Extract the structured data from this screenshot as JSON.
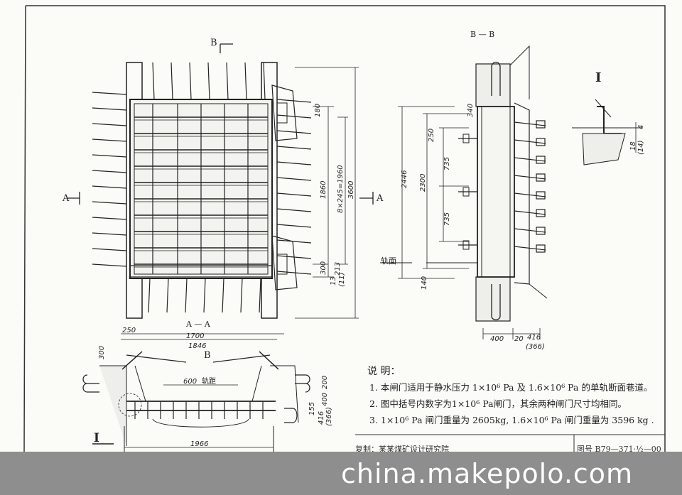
{
  "sections": {
    "b_marker": "B",
    "a_marker": "A",
    "bb_title": "B — B",
    "aa_title": "A — A",
    "detail_i": "I"
  },
  "dims": {
    "front_180": "180",
    "front_1860": "1860",
    "front_8x245": "8×245=1960",
    "front_3600": "3600",
    "front_300": "300",
    "front_213": "213",
    "front_13": "13",
    "front_11": "(11)",
    "bb_340": "340",
    "bb_250": "250",
    "bb_735a": "735",
    "bb_2446": "2446",
    "bb_2300": "2300",
    "bb_735b": "735",
    "bb_rail": "轨面",
    "bb_140": "140",
    "bb_400": "400",
    "bb_20": "20",
    "bb_416": "416",
    "bb_366": "(366)",
    "det_4": "4",
    "det_18": "18",
    "det_14": "(14)",
    "aa_250": "250",
    "aa_1700": "1700",
    "aa_1846": "1846",
    "aa_300": "300",
    "aa_600": "600",
    "aa_gauge": "轨距",
    "aa_200": "200",
    "aa_400": "400",
    "aa_155": "155",
    "aa_416": "416",
    "aa_366": "(366)",
    "aa_1966": "1966"
  },
  "notes": {
    "title": "说  明：",
    "items": [
      "1. 本闸门适用于静水压力 1×10⁶ Pa 及 1.6×10⁶ Pa 的单轨断面巷道。",
      "2. 图中括号内数字为1×10⁶ Pa闸门，其余两种闸门尺寸均相同。",
      "3. 1×10⁶ Pa 闸门重量为 2605kg, 1.6×10⁶ Pa 闸门重量为 3596 kg ."
    ]
  },
  "title_block": {
    "left_text": "复制：某某煤矿设计研究院",
    "drawing_no": "图号 B79—371·½—00"
  },
  "watermark": "china.makepolo.com"
}
